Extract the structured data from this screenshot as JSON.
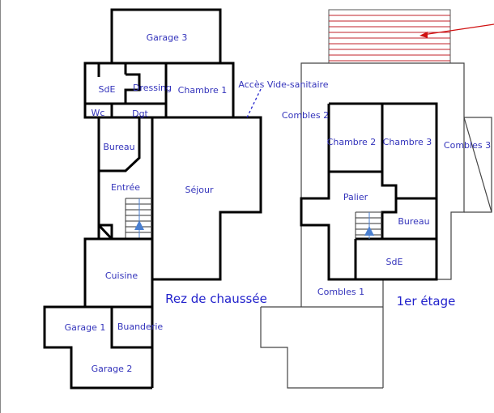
{
  "ground_floor": {
    "title": "Rez de chaussée",
    "rooms": {
      "garage3": "Garage 3",
      "sde": "SdE",
      "dressing": "Dressing",
      "chambre1": "Chambre 1",
      "wc": "Wc",
      "dgt": "Dgt",
      "bureau": "Bureau",
      "entree": "Entrée",
      "sejour": "Séjour",
      "cuisine": "Cuisine",
      "garage1": "Garage 1",
      "buanderie": "Buanderie",
      "garage2": "Garage 2"
    },
    "annotation": "Accès Vide-sanitaire"
  },
  "first_floor": {
    "title": "1er étage",
    "rooms": {
      "combles1": "Combles 1",
      "combles2": "Combles 2",
      "combles3": "Combles 3",
      "chambre2": "Chambre 2",
      "chambre3": "Chambre 3",
      "palier": "Palier",
      "bureau": "Bureau",
      "sde": "SdE"
    }
  },
  "colors": {
    "label": "#3333bb",
    "hatch": "#c0202a",
    "stair_arrow": "#4a7fd0"
  }
}
